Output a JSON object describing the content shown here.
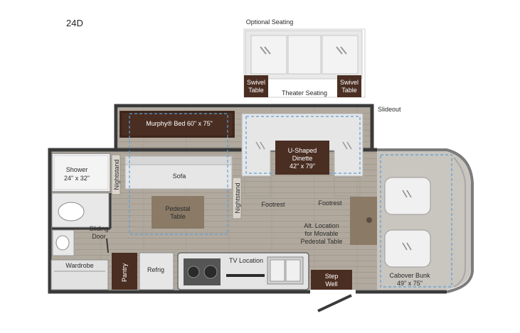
{
  "model_code": "24D",
  "labels": {
    "optional_seating": "Optional Seating",
    "swivel_table_left": [
      "Swivel",
      "Table"
    ],
    "swivel_table_right": [
      "Swivel",
      "Table"
    ],
    "theater_seating": "Theater Seating",
    "slideout": "Slideout",
    "murphy_bed": "Murphy® Bed 60\" x 75\"",
    "u_shaped_dinette": [
      "U-Shaped",
      "Dinette",
      "42\" x 79\""
    ],
    "sofa": "Sofa",
    "shower": [
      "Shower",
      "24\" x 32\""
    ],
    "nightstand_left": "Nightstand",
    "nightstand_right": "Nightstand",
    "pedestal_table": [
      "Pedestal",
      "Table"
    ],
    "footrest_left": "Footrest",
    "footrest_right": "Footrest",
    "alt_location": [
      "Alt. Location",
      "for Movable",
      "Pedestal Table"
    ],
    "sliding_door": [
      "Sliding",
      "Door"
    ],
    "wardrobe": "Wardrobe",
    "pantry": "Pantry",
    "refrig": "Refrig",
    "tv_location": "TV Location",
    "step_well": [
      "Step",
      "Well"
    ],
    "cabover_bunk": [
      "Cabover Bunk",
      "49\" x 75\""
    ]
  },
  "colors": {
    "floor": "#b3aba0",
    "wall": "#3a3a3a",
    "dark_wood": "#4a2e22",
    "table_wood": "#8a7a66",
    "upholstery": "#e6e6e6",
    "counter": "#dcdcdc",
    "dashed_outline": "#5aa0d8"
  }
}
